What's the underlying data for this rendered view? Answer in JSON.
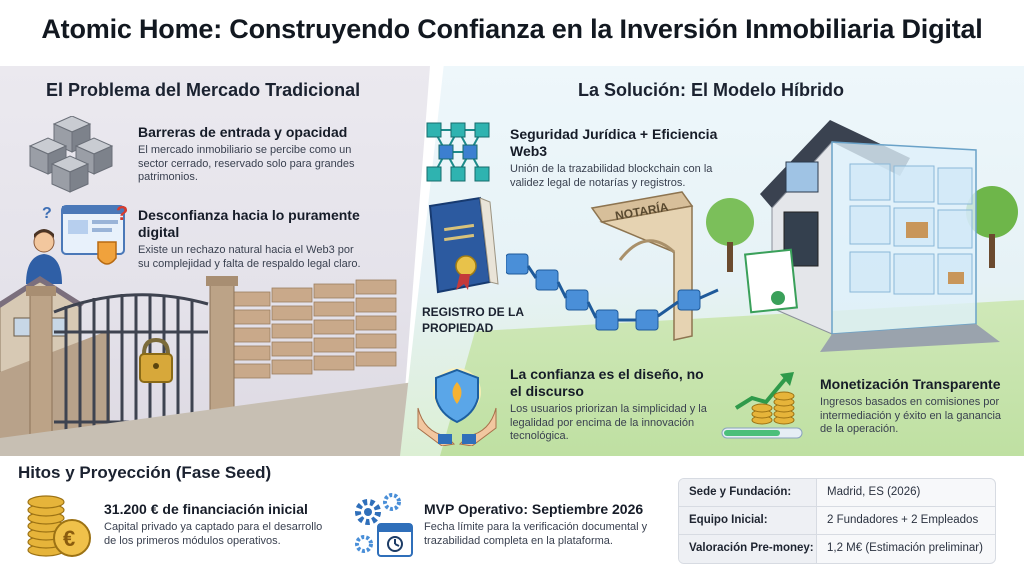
{
  "title": "Atomic Home: Construyendo Confianza en la Inversión Inmobiliaria Digital",
  "left": {
    "heading": "El Problema del Mercado Tradicional",
    "items": [
      {
        "title": "Barreras de entrada y opacidad",
        "text": "El mercado inmobiliario se percibe como un sector cerrado, reservado solo para grandes patrimonios.",
        "icon": "cubes-icon"
      },
      {
        "title": "Desconfianza hacia lo puramente digital",
        "text": "Existe un rechazo natural hacia el Web3 por su complejidad y falta de respaldo legal claro.",
        "icon": "confused-user-icon"
      }
    ]
  },
  "right": {
    "heading": "La Solución: El Modelo Híbrido",
    "items": [
      {
        "title": "Seguridad Jurídica + Eficiencia Web3",
        "text": "Unión de la trazabilidad blockchain con la validez legal de notarías y registros.",
        "icon": "blockchain-network-icon"
      },
      {
        "title": "La confianza es el diseño, no el discurso",
        "text": "Los usuarios priorizan la simplicidad y la legalidad por encima de la innovación tecnológica.",
        "icon": "shield-hands-icon"
      },
      {
        "title": "Monetización Transparente",
        "text": "Ingresos basados en comisiones por intermediación y éxito en la ganancia de la operación.",
        "icon": "coins-growth-icon"
      }
    ],
    "registry_label": "REGISTRO DE LA PROPIEDAD",
    "notary_label": "NOTARÍA"
  },
  "bottom": {
    "heading": "Hitos y Proyección (Fase Seed)",
    "milestones": [
      {
        "title": "31.200 € de financiación inicial",
        "text": "Capital privado ya captado para el desarrollo de los primeros módulos operativos.",
        "icon": "euro-coins-icon"
      },
      {
        "title": "MVP Operativo: Septiembre 2026",
        "text": "Fecha límite para la verificación documental y trazabilidad completa en la plataforma.",
        "icon": "gears-calendar-icon"
      }
    ],
    "facts": [
      {
        "key": "Sede y Fundación:",
        "value": "Madrid, ES (2026)"
      },
      {
        "key": "Equipo Inicial:",
        "value": "2 Fundadores + 2 Empleados"
      },
      {
        "key": "Valoración Pre-money:",
        "value": "1,2 M€ (Estimación preliminar)"
      }
    ]
  }
}
